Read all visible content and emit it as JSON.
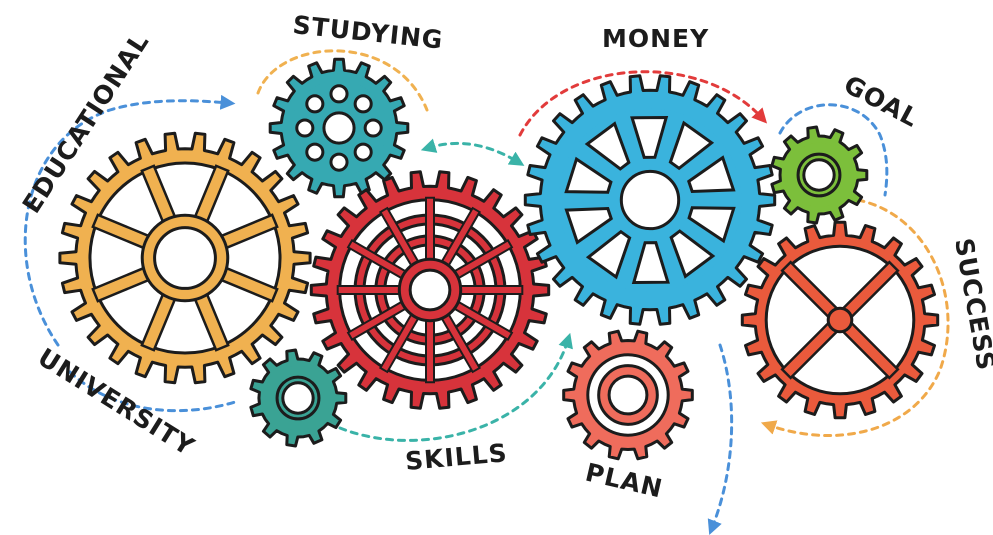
{
  "labels": {
    "educational": "EDUCATIONAL",
    "studying": "STUDYING",
    "money": "MONEY",
    "goal": "GOAL",
    "success": "SUCCESS",
    "university": "UNIVERSITY",
    "skills": "SKILLS",
    "plan": "PLAN"
  },
  "gears": [
    {
      "name": "gear-educational",
      "color": "#f0b150",
      "style": "spokes8"
    },
    {
      "name": "gear-studying",
      "color": "#36a9b2",
      "style": "holes8"
    },
    {
      "name": "gear-skills",
      "color": "#d7333b",
      "style": "web"
    },
    {
      "name": "gear-money",
      "color": "#3ab3dd",
      "style": "windows"
    },
    {
      "name": "gear-goal",
      "color": "#7cbf3b",
      "style": "ring"
    },
    {
      "name": "gear-success",
      "color": "#ea5a3c",
      "style": "cross"
    },
    {
      "name": "gear-plan",
      "color": "#ef6c5c",
      "style": "rings"
    },
    {
      "name": "gear-university",
      "color": "#3aa394",
      "style": "ring"
    }
  ],
  "arrow_colors": {
    "blue": "#4a90d9",
    "teal": "#3ab3a8",
    "red": "#e23b3b",
    "orange": "#f0a94a",
    "studying_arc": "#f0b150"
  }
}
